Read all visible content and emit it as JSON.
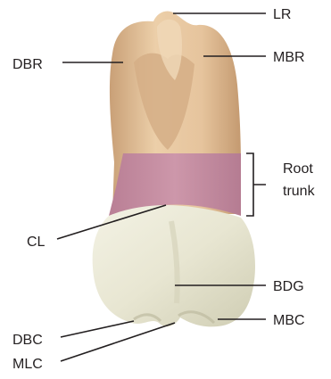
{
  "labels": {
    "lr": "LR",
    "dbr": "DBR",
    "mbr": "MBR",
    "root_trunk_line1": "Root",
    "root_trunk_line2": "trunk",
    "cl": "CL",
    "bdg": "BDG",
    "dbc": "DBC",
    "mbc": "MBC",
    "mlc": "MLC"
  },
  "colors": {
    "root": "#e7c9a4",
    "root_shadow": "#c99f76",
    "root_trunk_highlight": "#c98fa3",
    "crown": "#ecebd9",
    "crown_shadow": "#c9c7ad",
    "line": "#231f20"
  }
}
